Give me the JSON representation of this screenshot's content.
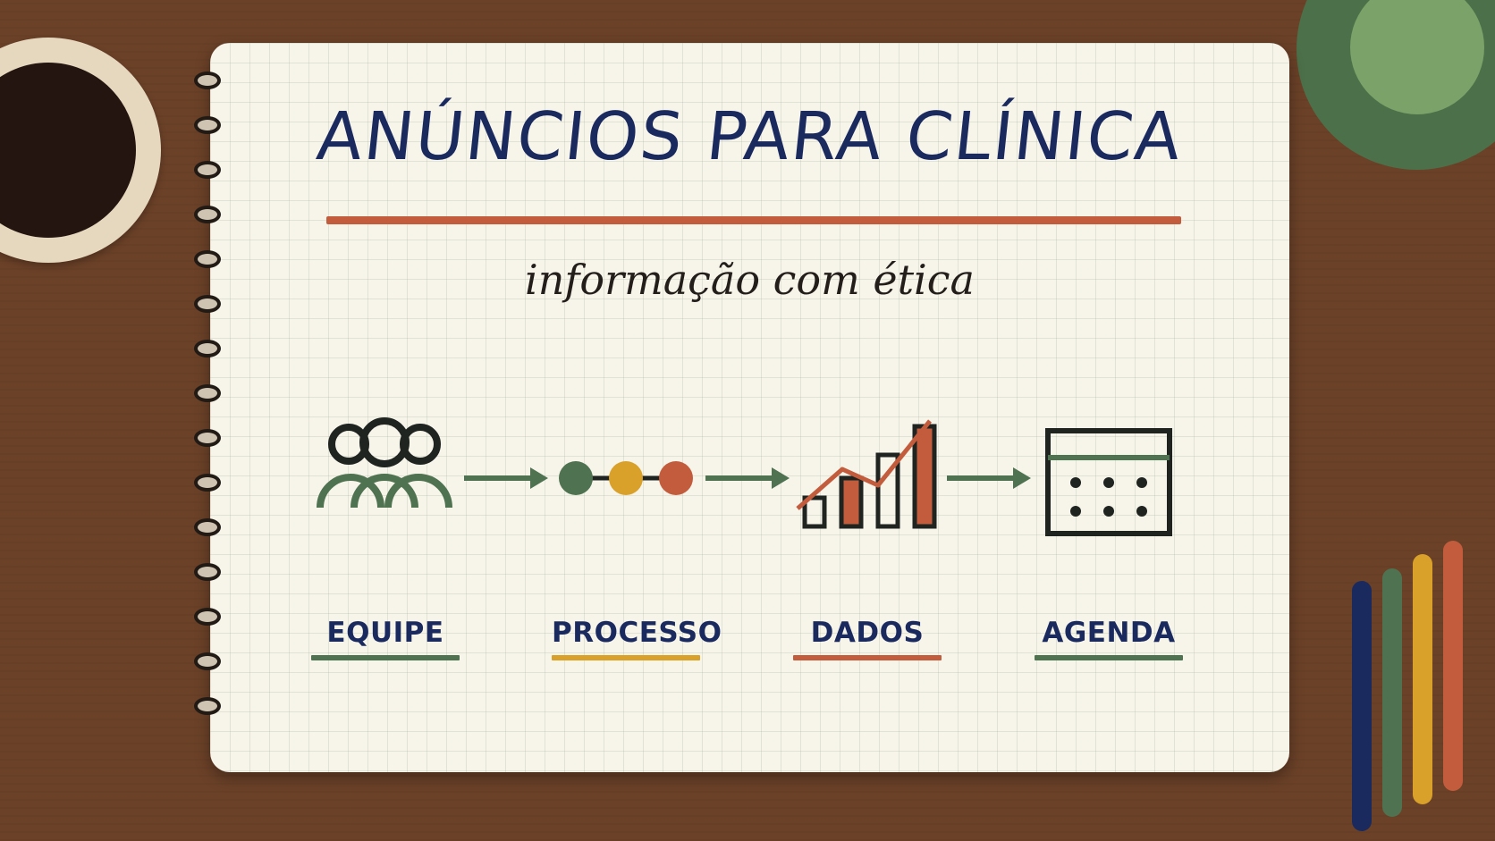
{
  "title": "ANÚNCIOS PARA CLÍNICA",
  "subtitle": "informação com ética",
  "steps": [
    {
      "label": "EQUIPE",
      "icon": "team-icon",
      "underline_color": "#4f7250"
    },
    {
      "label": "PROCESSO",
      "icon": "process-dots-icon",
      "underline_color": "#d9a12a"
    },
    {
      "label": "DADOS",
      "icon": "bar-chart-icon",
      "underline_color": "#c25c3d"
    },
    {
      "label": "AGENDA",
      "icon": "calendar-icon",
      "underline_color": "#4f7250"
    }
  ],
  "colors": {
    "navy": "#1a2a5e",
    "green": "#4f7250",
    "gold": "#d9a12a",
    "terracotta": "#c25c3d",
    "ink": "#1f2420",
    "desk": "#6b4128",
    "paper": "#f7f4ea"
  }
}
